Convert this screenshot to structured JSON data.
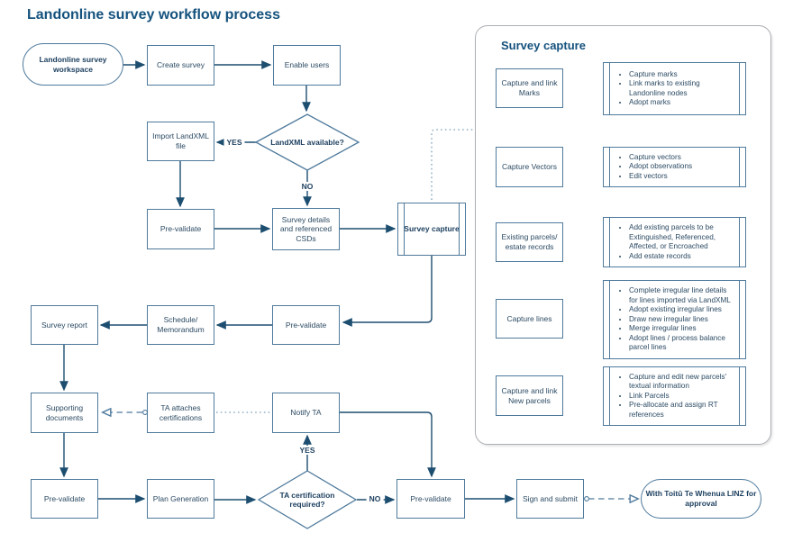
{
  "title": "Landonline survey workflow process",
  "labels": {
    "yes": "YES",
    "no": "NO"
  },
  "colors": {
    "heading": "#14527d",
    "box_border": "#4f7a9c",
    "box_text": "#2b4a63",
    "arrow": "#1d4e70",
    "dotted_line": "#7aa0ba",
    "panel_border": "#abafb5",
    "background": "#ffffff"
  },
  "flow": {
    "start": "Landonline survey workspace",
    "create_survey": "Create survey",
    "enable_users": "Enable users",
    "landxml_decision": "LandXML available?",
    "import_landxml": "Import LandXML file",
    "pre_validate_1": "Pre-validate",
    "survey_details": "Survey details and referenced CSDs",
    "survey_capture": "Survey capture",
    "pre_validate_2": "Pre-validate",
    "schedule_memorandum": "Schedule/ Memorandum",
    "survey_report": "Survey report",
    "supporting_documents": "Supporting documents",
    "ta_attaches_certifications": "TA attaches certifications",
    "notify_ta": "Notify TA",
    "pre_validate_3": "Pre-validate",
    "plan_generation": "Plan Generation",
    "ta_certification_decision": "TA certification required?",
    "pre_validate_4": "Pre-validate",
    "sign_and_submit": "Sign and submit",
    "end": "With Toitū Te Whenua LINZ for approval"
  },
  "panel": {
    "title": "Survey capture",
    "steps": [
      {
        "label": "Capture and link Marks",
        "bullets": [
          "Capture marks",
          "Link marks to existing Landonline nodes",
          "Adopt marks"
        ]
      },
      {
        "label": "Capture Vectors",
        "bullets": [
          "Capture vectors",
          "Adopt observations",
          "Edit vectors"
        ]
      },
      {
        "label": "Existing parcels/ estate records",
        "bullets": [
          "Add existing parcels to be Extinguished, Referenced, Affected, or Encroached",
          "Add estate records"
        ]
      },
      {
        "label": "Capture lines",
        "bullets": [
          "Complete irregular line details for lines imported via LandXML",
          "Adopt existing irregular lines",
          "Draw new irregular lines",
          "Merge irregular lines",
          "Adopt lines / process balance parcel lines"
        ]
      },
      {
        "label": "Capture and link New parcels",
        "bullets": [
          "Capture and edit new parcels' textual information",
          "Link Parcels",
          "Pre-allocate and assign RT references"
        ]
      }
    ]
  }
}
